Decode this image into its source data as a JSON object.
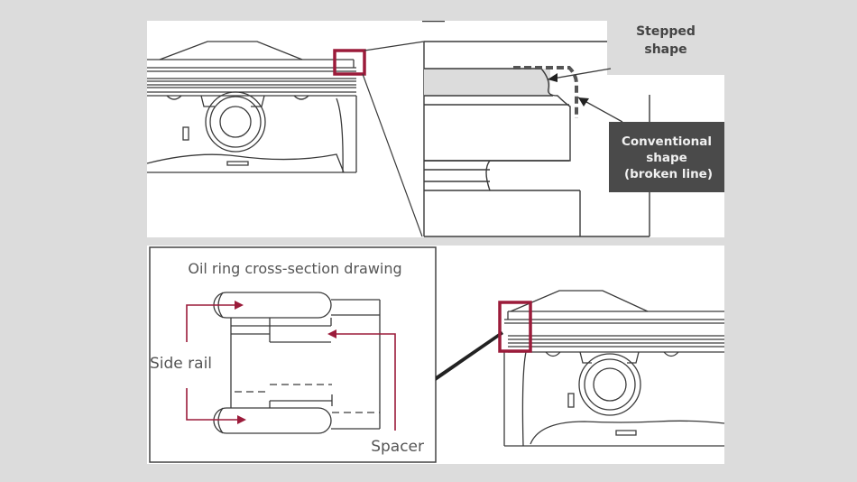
{
  "diagram": {
    "top": {
      "callout_stepped": "Stepped",
      "callout_stepped_2": "shape",
      "callout_conventional": "Conventional",
      "callout_conventional_2": "shape",
      "callout_conventional_3": "(broken line)"
    },
    "bottom": {
      "inset_title": "Oil ring cross-section drawing",
      "label_side_rail": "Side rail",
      "label_spacer": "Spacer"
    },
    "colors": {
      "accent": "#9b1b3a",
      "line": "#3a3a3a",
      "callout_light": "#dcdcdc",
      "callout_dark": "#4a4a4a",
      "background": "#dcdcdc"
    }
  }
}
